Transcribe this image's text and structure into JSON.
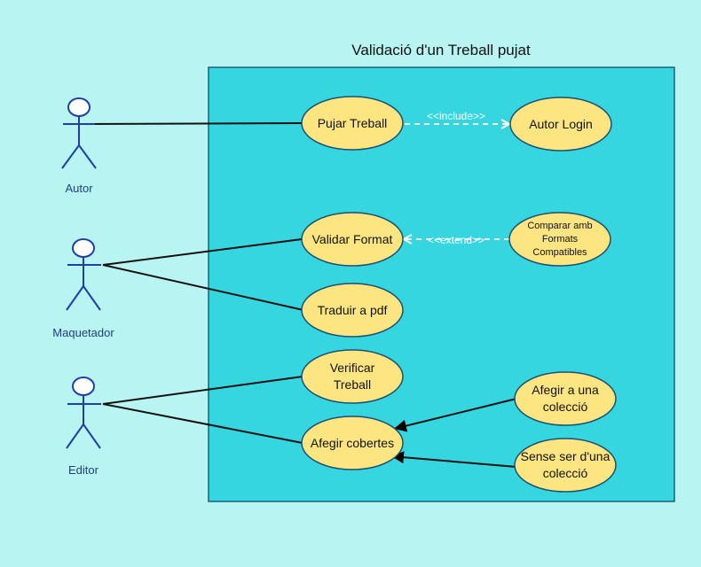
{
  "diagram": {
    "title": "Validació d'un Treball pujat",
    "colors": {
      "background": "#b8f4f2",
      "system_fill": "#36d6e0",
      "system_stroke": "#1d5e78",
      "usecase_fill": "#fde681",
      "usecase_stroke": "#1d4f6e",
      "actor_stroke": "#1f3fa8",
      "actor_text": "#1f3f7a",
      "dashed": "#ffffff",
      "line": "#111111"
    },
    "actors": {
      "autor": {
        "name": "Autor",
        "icon": "stick-figure-icon"
      },
      "maquetador": {
        "name": "Maquetador",
        "icon": "stick-figure-icon"
      },
      "editor": {
        "name": "Editor",
        "icon": "stick-figure-icon"
      }
    },
    "usecases": {
      "pujar": {
        "line1": "Pujar Treball"
      },
      "login": {
        "line1": "Autor Login"
      },
      "validar": {
        "line1": "Validar Format"
      },
      "comparar": {
        "line1": "Comparar amb",
        "line2": "Formats",
        "line3": "Compatibles"
      },
      "traduir": {
        "line1": "Traduir a pdf"
      },
      "verificar": {
        "line1": "Verificar",
        "line2": "Treball"
      },
      "cobertes": {
        "line1": "Afegir cobertes"
      },
      "coleccio": {
        "line1": "Afegir a una",
        "line2": "colecció"
      },
      "sense": {
        "line1": "Sense ser d'una",
        "line2": "colecció"
      }
    },
    "relations": {
      "include": "<<include>>",
      "extend": "<<extend>>"
    }
  }
}
